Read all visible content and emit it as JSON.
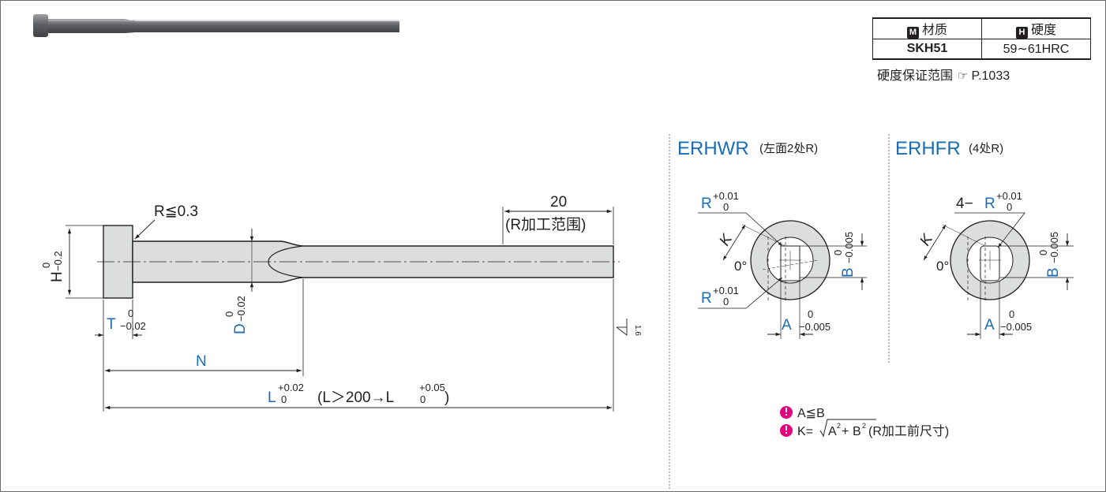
{
  "material_table": {
    "material_header": "材质",
    "material_icon_letter": "M",
    "hardness_header": "硬度",
    "hardness_icon_letter": "H",
    "material_value": "SKH51",
    "hardness_value": "59∼61HRC"
  },
  "hardness_note": {
    "text": "硬度保证范围",
    "page_ref": "P.1033"
  },
  "pin_drawing": {
    "head_radius": "R≦0.3",
    "H_letter": "H",
    "H_tol_upper": "0",
    "H_tol_lower": "−0.2",
    "T_letter": "T",
    "T_tol_upper": "0",
    "T_tol_lower": "−0.02",
    "D_letter": "D",
    "D_tol_upper": "0",
    "D_tol_lower": "−0.02",
    "N_letter": "N",
    "L_letter": "L",
    "L_tol_upper": "+0.02",
    "L_tol_lower": "0",
    "L_extra_prefix": "(L＞200→L",
    "L_extra_upper": "+0.05",
    "L_extra_lower": "0",
    "L_extra_suffix": ")",
    "r_range_length": "20",
    "r_range_label": "(R加工范围)",
    "roughness": "1.6"
  },
  "erhwr": {
    "title": "ERHWR",
    "subtitle": "(左面2处R)",
    "R_letter": "R",
    "R_tol_upper": "+0.01",
    "R_tol_lower": "0",
    "K_letter": "K",
    "angle": "0°",
    "A_letter": "A",
    "A_tol_upper": "0",
    "A_tol_lower": "−0.005",
    "B_letter": "B",
    "B_tol_upper": "0",
    "B_tol_lower": "−0.005"
  },
  "erhfr": {
    "title": "ERHFR",
    "subtitle": "(4处R)",
    "R_prefix": "4−",
    "R_letter": "R",
    "R_tol_upper": "+0.01",
    "R_tol_lower": "0",
    "K_letter": "K",
    "angle": "0°",
    "A_letter": "A",
    "A_tol_upper": "0",
    "A_tol_lower": "−0.005",
    "B_letter": "B",
    "B_tol_upper": "0",
    "B_tol_lower": "−0.005"
  },
  "notes": {
    "note1": "A≦B",
    "note2_prefix": "K=",
    "note2_a": "A",
    "note2_b": "B",
    "note2_exp": "2",
    "note2_plus": "+",
    "note2_suffix": "(R加工前尺寸)"
  },
  "colors": {
    "dimension_blue": "#1a6db5",
    "alert_pink": "#e4007f",
    "part_fill": "#dcdddd"
  }
}
